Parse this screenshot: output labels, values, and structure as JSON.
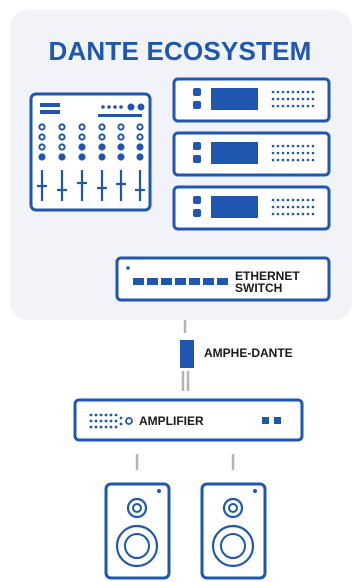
{
  "title": "DANTE ECOSYSTEM",
  "labels": {
    "switch_line1": "ETHERNET",
    "switch_line2": "SWITCH",
    "adapter": "AMPHE-DANTE",
    "amplifier": "AMPLIFIER"
  },
  "colors": {
    "brand_blue": "#1f57b0",
    "panel_bg": "#f1f3f8",
    "connector_gray": "#b4b4b4"
  },
  "icons": [
    "mixer-icon",
    "rack-unit-icon",
    "ethernet-switch-icon",
    "dante-adapter-icon",
    "amplifier-icon",
    "speaker-icon"
  ]
}
